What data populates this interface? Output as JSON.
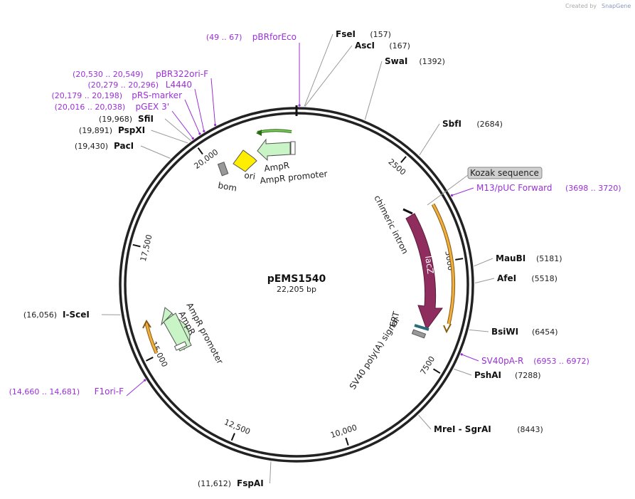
{
  "header": {
    "credit_prefix": "Created by",
    "credit_brand": "SnapGene"
  },
  "plasmid": {
    "name": "pEMS1540",
    "length_label": "22,205 bp",
    "total_bp": 22205
  },
  "colors": {
    "ring": "#222222",
    "site_line": "#999999",
    "primer": "#9b30d9",
    "lacz": "#8f2d5f",
    "ampr": "#c9f5c6",
    "ori": "#ffee00",
    "terminator_grey": "#999999",
    "orange": "#f0a020"
  },
  "ticks": [
    {
      "bp": 2500,
      "label": "2500"
    },
    {
      "bp": 5000,
      "label": "5000"
    },
    {
      "bp": 7500,
      "label": "7500"
    },
    {
      "bp": 10000,
      "label": "10,000"
    },
    {
      "bp": 12500,
      "label": "12,500"
    },
    {
      "bp": 15000,
      "label": "15,000"
    },
    {
      "bp": 17500,
      "label": "17,500"
    },
    {
      "bp": 20000,
      "label": "20,000"
    }
  ],
  "sites": [
    {
      "name": "FseI",
      "pos": "(157)",
      "bp": 157,
      "side": "right"
    },
    {
      "name": "AscI",
      "pos": "(167)",
      "bp": 167,
      "side": "right"
    },
    {
      "name": "SwaI",
      "pos": "(1392)",
      "bp": 1392,
      "side": "right"
    },
    {
      "name": "SbfI",
      "pos": "(2684)",
      "bp": 2684,
      "side": "right"
    },
    {
      "name": "MauBI",
      "pos": "(5181)",
      "bp": 5181,
      "side": "right"
    },
    {
      "name": "AfeI",
      "pos": "(5518)",
      "bp": 5518,
      "side": "right"
    },
    {
      "name": "BsiWI",
      "pos": "(6454)",
      "bp": 6454,
      "side": "right"
    },
    {
      "name": "PshAI",
      "pos": "(7288)",
      "bp": 7288,
      "side": "right"
    },
    {
      "name": "MreI - SgrAI",
      "pos": "(8443)",
      "bp": 8443,
      "side": "right"
    },
    {
      "name": "FspAI",
      "pos": "(11,612)",
      "bp": 11612,
      "side": "left"
    },
    {
      "name": "I-SceI",
      "pos": "(16,056)",
      "bp": 16056,
      "side": "left"
    },
    {
      "name": "PacI",
      "pos": "(19,430)",
      "bp": 19430,
      "side": "left"
    },
    {
      "name": "PspXI",
      "pos": "(19,891)",
      "bp": 19891,
      "side": "left"
    },
    {
      "name": "SfiI",
      "pos": "(19,968)",
      "bp": 19968,
      "side": "left"
    }
  ],
  "primers": [
    {
      "name": "pBRforEco",
      "range": "(49 .. 67)",
      "bp": 58
    },
    {
      "name": "M13/pUC Forward",
      "range": "(3698 .. 3720)",
      "bp": 3709
    },
    {
      "name": "SV40pA-R",
      "range": "(6953 .. 6972)",
      "bp": 6962
    },
    {
      "name": "F1ori-F",
      "range": "(14,660 .. 14,681)",
      "bp": 14670
    },
    {
      "name": "pGEX 3'",
      "range": "(20,016 .. 20,038)",
      "bp": 20027
    },
    {
      "name": "pRS-marker",
      "range": "(20,179 .. 20,198)",
      "bp": 20188
    },
    {
      "name": "L4440",
      "range": "(20,279 .. 20,296)",
      "bp": 20287
    },
    {
      "name": "pBR322ori-F",
      "range": "(20,530 .. 20,549)",
      "bp": 20539
    }
  ],
  "features": {
    "kozak": "Kozak sequence",
    "chimeric_intron": "chimeric intron",
    "lacz": "lacZ",
    "frt": "FRT",
    "sv40": "SV40 poly(A) signal",
    "ampr": "AmpR",
    "ampr_promoter": "AmpR promoter",
    "ori": "ori",
    "bom": "bom"
  }
}
